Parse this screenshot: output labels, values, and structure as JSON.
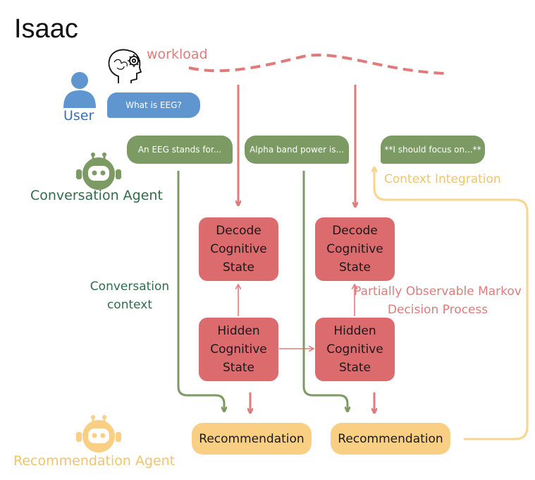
{
  "title": "Isaac",
  "workload_label": "workload",
  "user": {
    "label": "User",
    "message": "What is EEG?"
  },
  "conversation_agent": {
    "label": "Conversation Agent",
    "messages": [
      "An EEG stands for...",
      "Alpha band power is...",
      "**I should focus on...**"
    ]
  },
  "recommendation_agent": {
    "label": "Recommendation Agent"
  },
  "labels": {
    "conversation_context": "Conversation context",
    "context_integration": "Context Integration",
    "pomdp": "Partially Observable Markov Decision Process"
  },
  "states": {
    "decode": "Decode\nCognitive\nState",
    "hidden": "Hidden\nCognitive\nState"
  },
  "recommendation": "Recommendation",
  "colors": {
    "workload_red": "#e07b7b",
    "state_box": "#dc6b6e",
    "user_blue": "#5f96cf",
    "agent_green": "#7c9a63",
    "recommendation_yellow": "#f9cf83",
    "context_line": "#f9d58e"
  },
  "icons": [
    "brain-gear-icon",
    "user-icon",
    "conversation-robot-icon",
    "recommendation-robot-icon"
  ]
}
